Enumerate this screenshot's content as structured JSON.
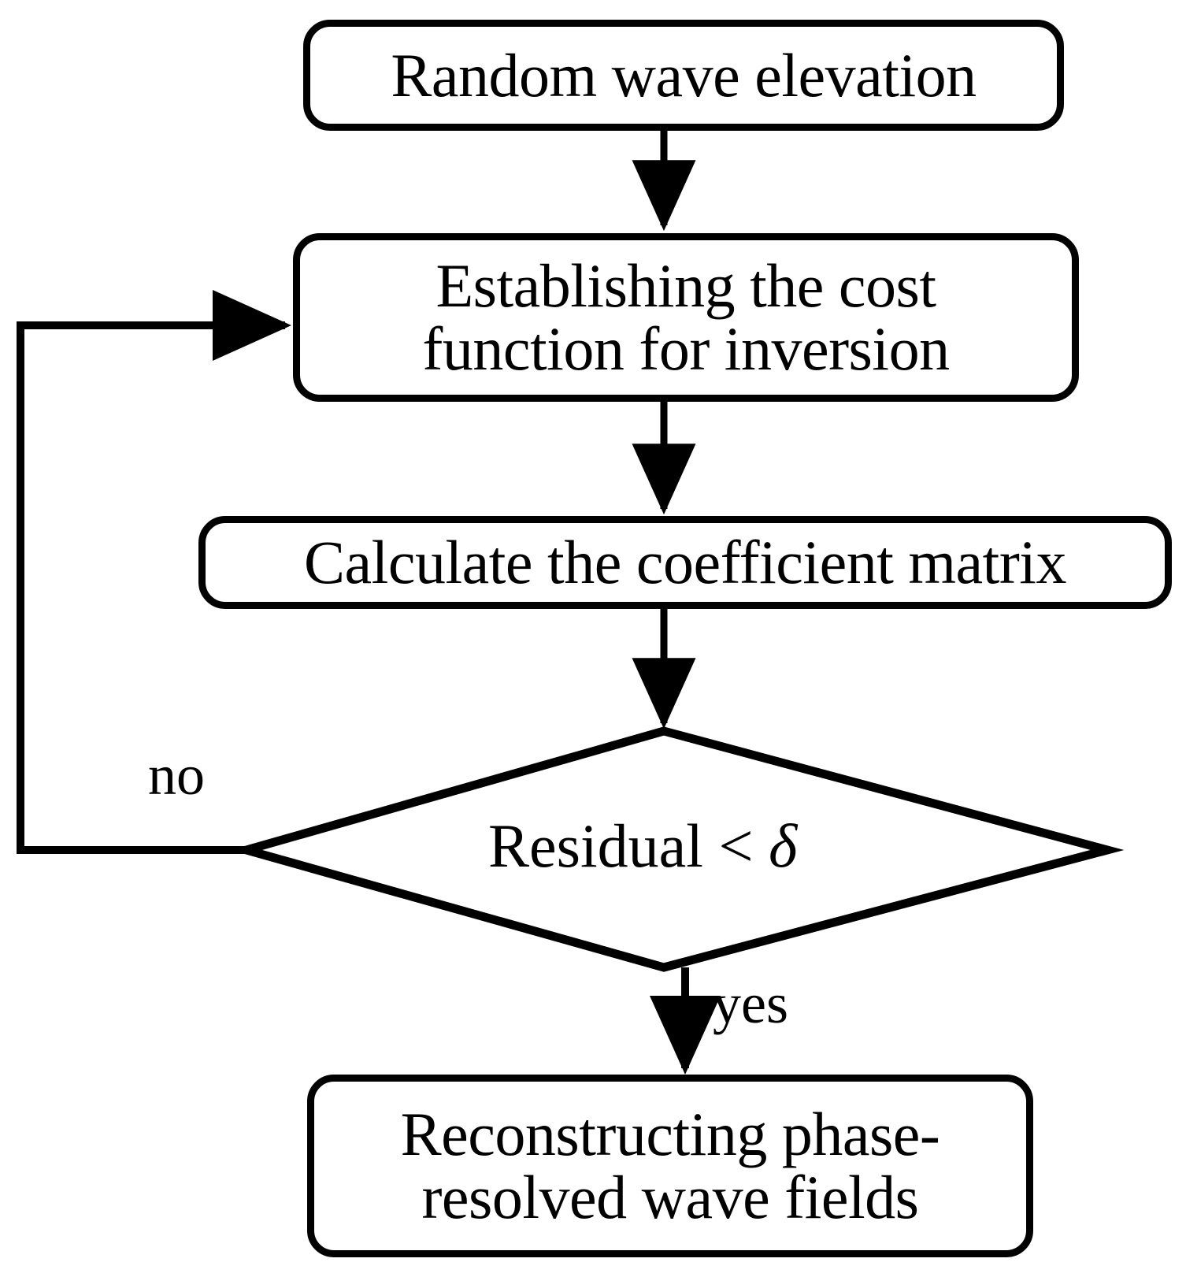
{
  "diagram": {
    "title": "Phase-resolved wave field reconstruction flowchart",
    "type": "flowchart",
    "background_color": "#ffffff",
    "line_color": "#000000",
    "nodes": [
      {
        "id": "start",
        "shape": "rounded-rectangle",
        "label": "Random wave elevation"
      },
      {
        "id": "cost-function",
        "shape": "rounded-rectangle",
        "label": "Establishing the cost\nfunction for inversion"
      },
      {
        "id": "coefficient-matrix",
        "shape": "rounded-rectangle",
        "label": "Calculate the coefficient matrix"
      },
      {
        "id": "residual-check",
        "shape": "diamond",
        "label_prefix": "Residual < ",
        "label_symbol": "δ",
        "label": "Residual < δ"
      },
      {
        "id": "reconstruct",
        "shape": "rounded-rectangle",
        "label": "Reconstructing phase-\nresolved wave fields"
      }
    ],
    "edges": [
      {
        "id": "start-to-cost",
        "from": "start",
        "to": "cost-function",
        "label": ""
      },
      {
        "id": "cost-to-matrix",
        "from": "cost-function",
        "to": "coefficient-matrix",
        "label": ""
      },
      {
        "id": "matrix-to-residual",
        "from": "coefficient-matrix",
        "to": "residual-check",
        "label": ""
      },
      {
        "id": "residual-no-loop",
        "from": "residual-check",
        "to": "cost-function",
        "label": "no"
      },
      {
        "id": "residual-yes",
        "from": "residual-check",
        "to": "reconstruct",
        "label": "yes"
      }
    ]
  }
}
